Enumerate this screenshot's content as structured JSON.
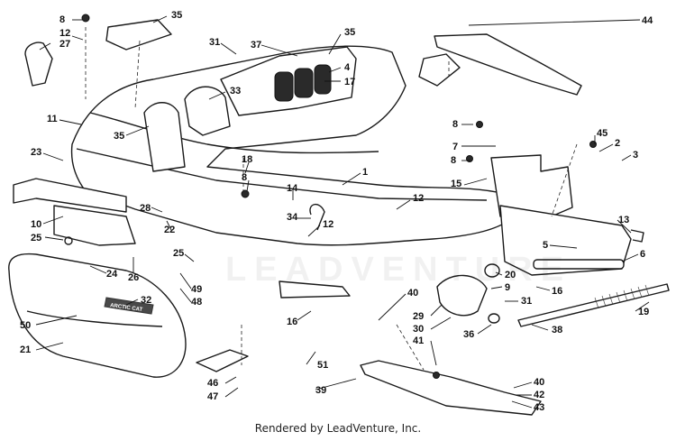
{
  "watermark": "LEADVENTURE",
  "footer": {
    "credit": "Rendered by LeadVenture, Inc."
  },
  "decal_text": "ARCTIC CAT",
  "callouts": [
    "8",
    "12",
    "27",
    "35",
    "31",
    "37",
    "35",
    "4",
    "17",
    "33",
    "44",
    "11",
    "35",
    "8",
    "7",
    "45",
    "2",
    "3",
    "23",
    "18",
    "8",
    "1",
    "8",
    "15",
    "14",
    "12",
    "10",
    "28",
    "22",
    "34",
    "12",
    "25",
    "25",
    "13",
    "5",
    "6",
    "24",
    "26",
    "49",
    "48",
    "20",
    "9",
    "32",
    "16",
    "31",
    "19",
    "50",
    "16",
    "40",
    "29",
    "30",
    "36",
    "38",
    "21",
    "41",
    "51",
    "39",
    "46",
    "47",
    "40",
    "42",
    "43"
  ]
}
